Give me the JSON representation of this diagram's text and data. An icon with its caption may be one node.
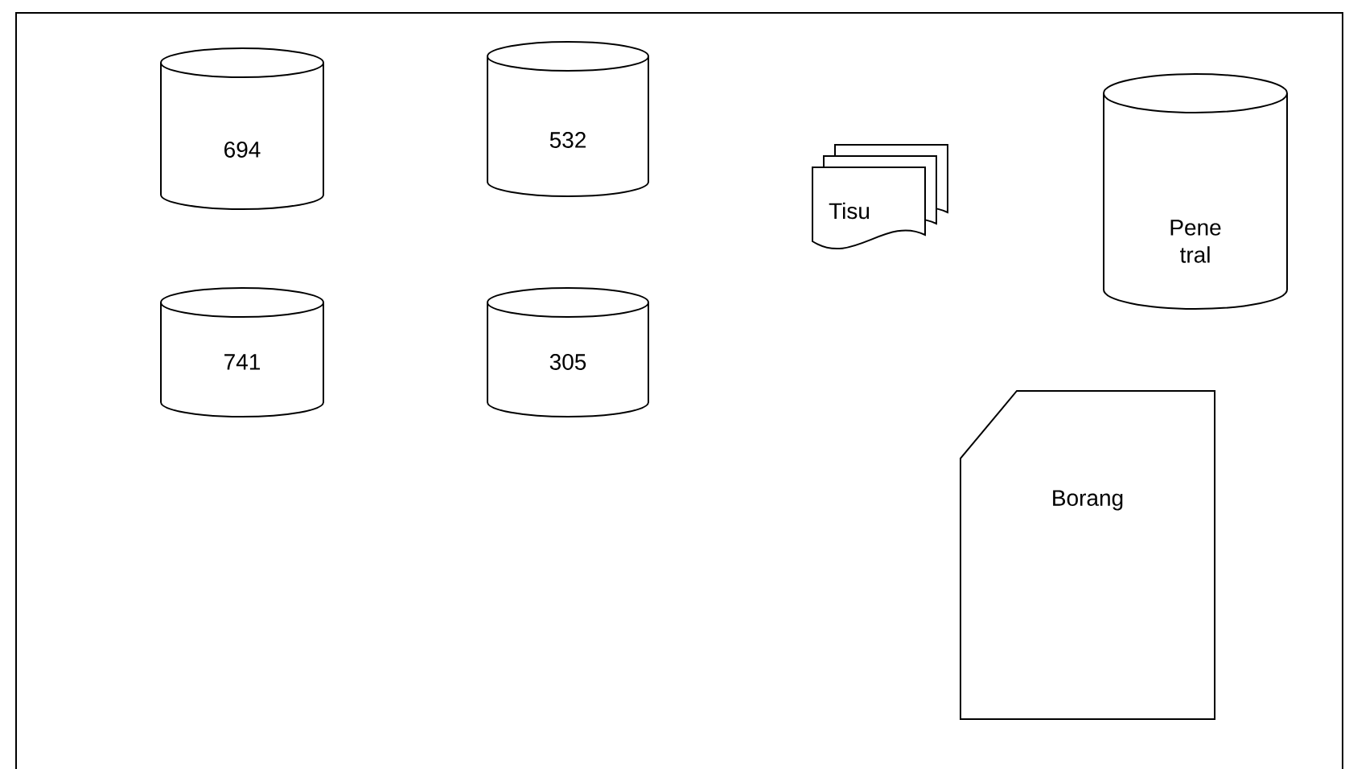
{
  "diagram": {
    "nodes": [
      {
        "text": [
          "694"
        ]
      },
      {
        "text": [
          "532"
        ]
      },
      {
        "text": [
          "Tisu"
        ]
      },
      {
        "text": [
          "Pene tral"
        ]
      },
      {
        "text": [
          "741"
        ]
      },
      {
        "text": [
          "305"
        ]
      },
      {
        "text": [
          "Borang"
        ]
      }
    ]
  }
}
